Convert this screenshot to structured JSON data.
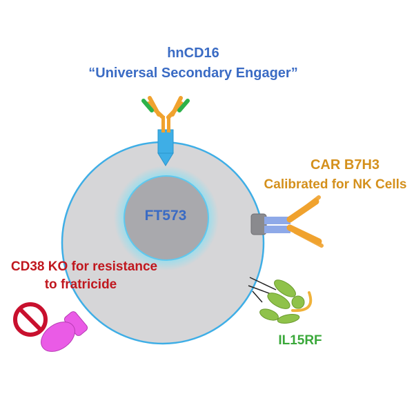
{
  "labels": {
    "hncd16_title": "hnCD16",
    "hncd16_sub": "“Universal Secondary Engager”",
    "car_title": "CAR B7H3",
    "car_sub": "Calibrated for NK Cells",
    "cd38_line1": "CD38 KO for resistance",
    "cd38_line2": "to fratricide",
    "il15": "IL15RF",
    "nucleus": "FT573"
  },
  "colors": {
    "blue_text": "#3a6bc4",
    "orange_text": "#d4901c",
    "red_text": "#c0171e",
    "green_text": "#3aa83a",
    "cell_fill": "#d6d6d8",
    "cell_stroke": "#3eaee6",
    "nucleus_fill": "#a9a9ad",
    "nucleus_glow": "#7fe0f5",
    "antibody_orange": "#f0a22e",
    "antibody_green": "#2db24a",
    "cd16_blue": "#3eaee6",
    "car_gray": "#8a8a8e",
    "car_blue": "#8ea9e8",
    "il15_green": "#8fc24a",
    "il15_yellow": "#f0b23a",
    "cd38_magenta": "#ea5be6",
    "no_sign_red": "#c8102e"
  },
  "icons": [
    "no-sign-icon"
  ]
}
